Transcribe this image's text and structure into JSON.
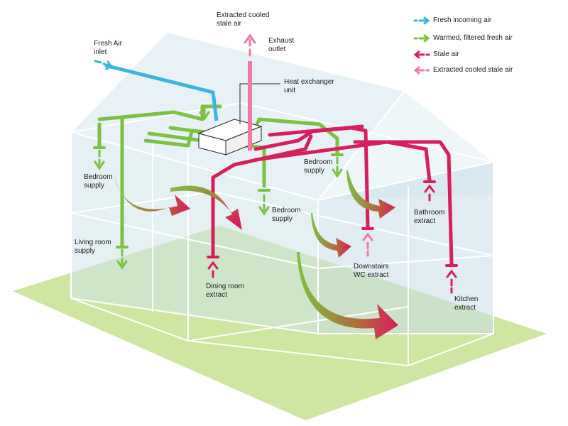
{
  "colors": {
    "fresh_incoming": "#3bb3e6",
    "warmed_fresh": "#7cc242",
    "stale": "#d81e5b",
    "extracted_cooled": "#f07aa4",
    "ground": "#cfe6a2",
    "house_glass": "#cfe4ea",
    "house_edge": "#ffffff"
  },
  "legend": [
    {
      "label": "Fresh incoming air",
      "color_key": "fresh_incoming",
      "icon": "dashed-arrow-right"
    },
    {
      "label": "Warmed, filtered fresh air",
      "color_key": "warmed_fresh",
      "icon": "dashed-arrow-right"
    },
    {
      "label": "Stale air",
      "color_key": "stale",
      "icon": "dashed-arrow-left"
    },
    {
      "label": "Extracted cooled stale air",
      "color_key": "extracted_cooled",
      "icon": "dashed-arrow-left"
    }
  ],
  "labels": {
    "extracted_top": [
      "Extracted cooled",
      "stale air"
    ],
    "exhaust_outlet": [
      "Exhaust",
      "outlet"
    ],
    "fresh_air_inlet": [
      "Fresh Air",
      "inlet"
    ],
    "heat_exchanger": [
      "Heat exchanger",
      "unit"
    ],
    "bedroom_supply_left": [
      "Bedroom",
      "supply"
    ],
    "bedroom_supply_center": [
      "Bedroom",
      "supply"
    ],
    "bedroom_supply_right": [
      "Bedroom",
      "supply"
    ],
    "living_room_supply": [
      "Living room",
      "supply"
    ],
    "dining_room_extract": [
      "Dining room",
      "extract"
    ],
    "downstairs_wc_extract": [
      "Downstairs",
      "WC extract"
    ],
    "bathroom_extract": [
      "Bathroom",
      "extract"
    ],
    "kitchen_extract": [
      "Kitchen",
      "extract"
    ]
  }
}
